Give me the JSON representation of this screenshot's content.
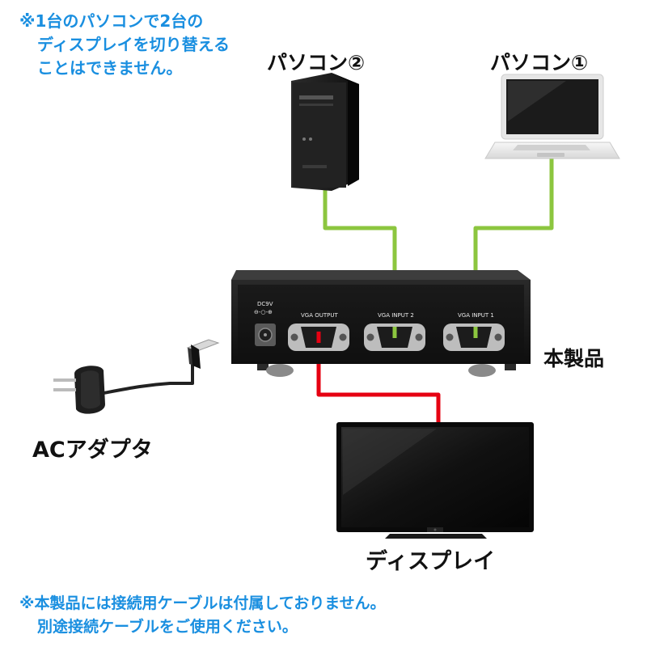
{
  "top_note": {
    "line1": "※1台のパソコンで2台の",
    "line2": "ディスプレイを切り替える",
    "line3": "ことはできません。"
  },
  "labels": {
    "pc2": "パソコン②",
    "pc1": "パソコン①",
    "product": "本製品",
    "ac_adapter": "ACアダプタ",
    "display": "ディスプレイ"
  },
  "device_ports": {
    "power": "DC9V",
    "power_polarity": "⊖-○-⊕",
    "vga_output": "VGA OUTPUT",
    "vga_input_2": "VGA INPUT 2",
    "vga_input_1": "VGA INPUT 1"
  },
  "bottom_note": {
    "line1": "※本製品には接続用ケーブルは付属しておりません。",
    "line2": "別途接続ケーブルをご使用ください。"
  },
  "colors": {
    "note_text": "#1a8fe0",
    "input_cable": "#8cc63f",
    "output_cable": "#e60012"
  }
}
